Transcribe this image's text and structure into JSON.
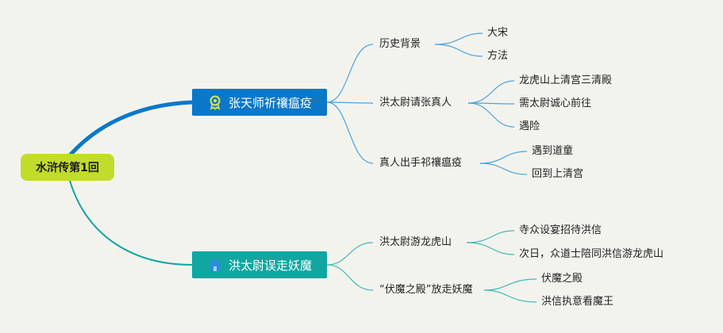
{
  "root": {
    "label": "水浒传第1回"
  },
  "branches": [
    {
      "label": "张天师祈禳瘟疫",
      "color": "#0a78c8",
      "icon": "award-ribbon-icon",
      "children": [
        {
          "label": "历史背景",
          "children": [
            {
              "label": "大宋"
            },
            {
              "label": "方法"
            }
          ]
        },
        {
          "label": "洪太尉请张真人",
          "children": [
            {
              "label": "龙虎山上清宫三清殿"
            },
            {
              "label": "需太尉诚心前往"
            },
            {
              "label": "遇险"
            }
          ]
        },
        {
          "label": "真人出手祁禳瘟疫",
          "children": [
            {
              "label": "遇到道童"
            },
            {
              "label": "回到上清宫"
            }
          ]
        }
      ]
    },
    {
      "label": "洪太尉误走妖魔",
      "color": "#11a6a1",
      "icon": "house-icon",
      "children": [
        {
          "label": "洪太尉游龙虎山",
          "children": [
            {
              "label": "寺众设宴招待洪信"
            },
            {
              "label": "次日，众道士陪同洪信游龙虎山"
            }
          ]
        },
        {
          "label": "“伏魔之殿”放走妖魔",
          "children": [
            {
              "label": "伏魔之殿"
            },
            {
              "label": "洪信执意看魔王"
            }
          ]
        }
      ]
    }
  ]
}
